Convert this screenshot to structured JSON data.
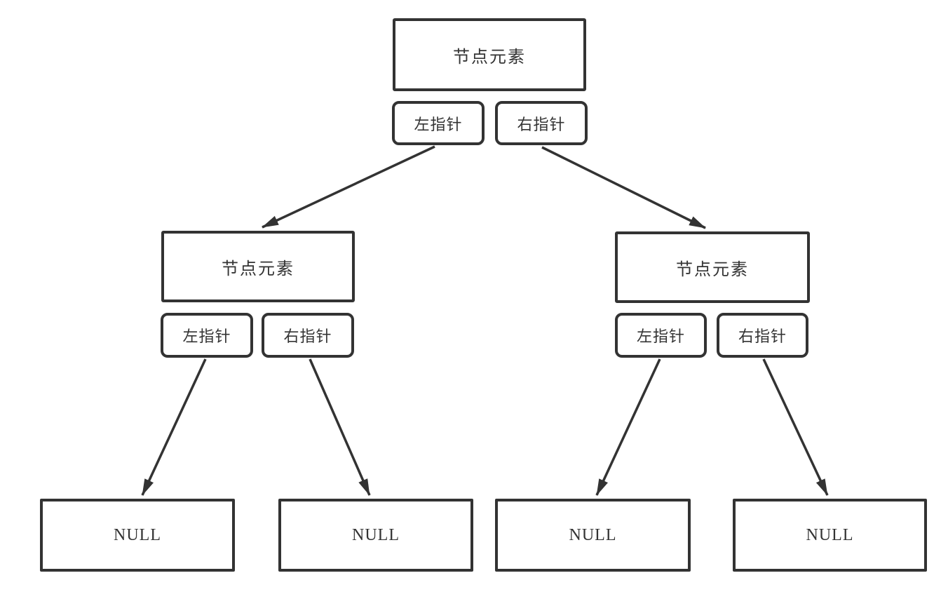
{
  "diagram": {
    "title": "binary-tree-node-structure",
    "colors": {
      "stroke": "#333333",
      "text": "#333333",
      "background": "#ffffff"
    },
    "nodes": [
      {
        "id": "root",
        "element_label": "节点元素",
        "left_pointer_label": "左指针",
        "right_pointer_label": "右指针"
      },
      {
        "id": "left-child",
        "element_label": "节点元素",
        "left_pointer_label": "左指针",
        "right_pointer_label": "右指针"
      },
      {
        "id": "right-child",
        "element_label": "节点元素",
        "left_pointer_label": "左指针",
        "right_pointer_label": "右指针"
      }
    ],
    "leaves": [
      {
        "label": "NULL"
      },
      {
        "label": "NULL"
      },
      {
        "label": "NULL"
      },
      {
        "label": "NULL"
      }
    ]
  }
}
